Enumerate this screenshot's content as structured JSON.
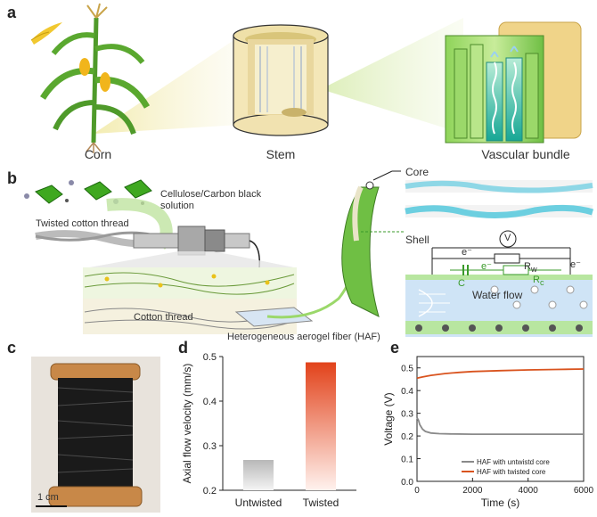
{
  "panels": {
    "a": {
      "letter": "a",
      "captions": [
        "Corn",
        "Stem",
        "Vascular bundle"
      ]
    },
    "b": {
      "letter": "b",
      "labels": {
        "solution": "Cellulose/Carbon black\nsolution",
        "thread": "Twisted cotton thread",
        "cotton": "Cotton thread",
        "haf": "Heterogeneous aerogel fiber (HAF)",
        "core": "Core",
        "shell": "Shell",
        "voltmeter": "V",
        "electron": "e⁻",
        "rw": "R",
        "rw_sub": "w",
        "rc": "R",
        "rc_sub": "c",
        "cap": "C",
        "water_flow": "Water flow"
      }
    },
    "c": {
      "letter": "c",
      "scale": "1 cm"
    },
    "d": {
      "letter": "d"
    },
    "e": {
      "letter": "e"
    }
  },
  "colors": {
    "corn_green": "#4f9a2a",
    "stem_beige": "#f4e7b8",
    "bundle_green": "#8ccf5a",
    "teal": "#27b7a4",
    "twisted_red": "#e2421a",
    "untwisted_gray": "#9a9a9a",
    "circuit_green": "#3a9a2a",
    "water_blue": "#cfe4f6"
  },
  "chart_data": [
    {
      "type": "bar",
      "panel": "d",
      "categories": [
        "Untwisted",
        "Twisted"
      ],
      "values": [
        0.268,
        0.487
      ],
      "ylabel": "Axial flow velocity (mm/s)",
      "ylim": [
        0.2,
        0.5
      ],
      "yticks": [
        "0.2",
        "0.3",
        "0.4",
        "0.5"
      ]
    },
    {
      "type": "line",
      "panel": "e",
      "xlabel": "Time (s)",
      "ylabel": "Voltage (V)",
      "xlim": [
        0,
        6000
      ],
      "ylim": [
        0,
        0.55
      ],
      "xticks": [
        "0",
        "2000",
        "4000",
        "6000"
      ],
      "yticks": [
        "0.0",
        "0.1",
        "0.2",
        "0.3",
        "0.4",
        "0.5"
      ],
      "series": [
        {
          "name": "HAF with untwistd core",
          "color": "#8a8a8a",
          "x": [
            0,
            50,
            100,
            200,
            300,
            500,
            800,
            1200,
            2000,
            3000,
            4000,
            5000,
            6000
          ],
          "y": [
            0.28,
            0.27,
            0.25,
            0.23,
            0.22,
            0.213,
            0.21,
            0.209,
            0.208,
            0.208,
            0.208,
            0.208,
            0.208
          ]
        },
        {
          "name": "HAF with twisted core",
          "color": "#d9531e",
          "x": [
            0,
            200,
            500,
            1000,
            1500,
            2000,
            3000,
            4000,
            5000,
            6000
          ],
          "y": [
            0.455,
            0.46,
            0.467,
            0.475,
            0.48,
            0.484,
            0.488,
            0.491,
            0.493,
            0.495
          ]
        }
      ],
      "legend": "bottom-right"
    }
  ]
}
